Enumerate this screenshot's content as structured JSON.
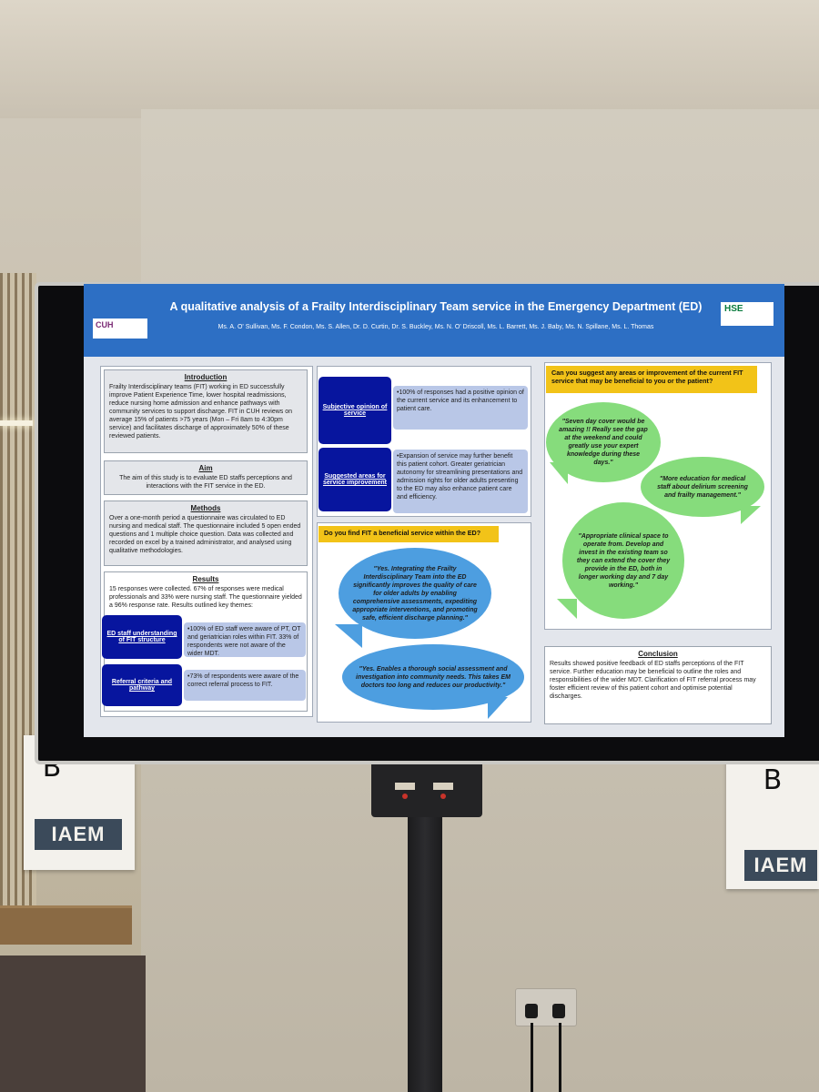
{
  "poster": {
    "title": "A qualitative analysis of a Frailty Interdisciplinary Team service in the Emergency Department (ED)",
    "authors": "Ms. A. O' Sullivan, Ms. F. Condon, Ms. S. Allen, Dr. D. Curtin, Dr. S. Buckley, Ms. N. O' Driscoll, Ms. L. Barrett, Ms. J. Baby, Ms. N. Spillane, Ms. L. Thomas",
    "logo_left": "CUH",
    "logo_right": "HSE"
  },
  "introduction": {
    "title": "Introduction",
    "text": "Frailty Interdisciplinary teams (FIT) working in ED successfully improve Patient Experience Time, lower hospital readmissions, reduce nursing home admission and enhance pathways with community services to support discharge. FIT in CUH reviews on average 15% of patients >75 years (Mon – Fri 8am to 4:30pm service) and facilitates discharge of approximately 50% of these reviewed patients."
  },
  "aim": {
    "title": "Aim",
    "text": "The aim of this study is to evaluate ED staffs perceptions and interactions with the FIT service in the ED."
  },
  "methods": {
    "title": "Methods",
    "text": "Over a one-month period a questionnaire was circulated to ED nursing and medical staff. The questionnaire included 5 open ended questions and 1 multiple choice question. Data was collected and recorded on excel by a trained administrator, and analysed using qualitative methodologies."
  },
  "results": {
    "title": "Results",
    "text": "15 responses were collected. 67% of responses were medical professionals and 33% were nursing staff. The questionnaire yielded a 96% response rate. Results outlined key themes:",
    "themes": [
      {
        "label": "ED staff understanding of FIT structure",
        "text": "•100% of ED staff were aware of PT, OT and geriatrician roles within FIT. 33% of respondents were not aware of the wider MDT."
      },
      {
        "label": "Referral criteria and pathway",
        "text": "•73% of respondents were aware of the correct referral process to FIT."
      }
    ]
  },
  "middle_themes": [
    {
      "label": "Subjective opinion of service",
      "text": "•100% of responses had a positive opinion of the current service and its enhancement to patient care."
    },
    {
      "label": "Suggested areas for service improvement",
      "text": "•Expansion of service may further benefit this patient cohort. Greater geriatrician autonomy for streamlining presentations and admission rights for older adults presenting to the ED may also enhance patient care and efficiency."
    }
  ],
  "beneficial": {
    "question": "Do you find FIT a beneficial service within the ED?",
    "quotes": [
      "\"Yes. Integrating the Frailty Interdisciplinary Team into the ED significantly improves the quality of care for older adults by enabling comprehensive assessments, expediting appropriate interventions, and promoting safe, efficient discharge planning.\"",
      "\"Yes. Enables a thorough social assessment and investigation into community needs. This takes EM doctors too long and reduces our productivity.\""
    ]
  },
  "improvement": {
    "question": "Can you suggest any areas or improvement of the current FIT service that may be beneficial to you or the patient?",
    "quotes": [
      "\"Seven day cover would be amazing !! Really see the gap at the weekend and could greatly use your expert knowledge during these days.\"",
      "\"More education for medical staff about delirium screening and frailty management.\"",
      "\"Appropriate clinical space to operate from. Develop and invest in the existing team so they can extend the cover they provide in the ED, both in longer working day and 7 day working.\""
    ]
  },
  "conclusion": {
    "title": "Conclusion",
    "text": "Results showed positive feedback of ED staffs perceptions of the FIT service. Further education may be beneficial to outline the roles and responsibilities of the wider MDT. Clarification of FIT referral process may foster efficient review of this patient cohort and optimise potential discharges."
  },
  "signs": {
    "left_letter": "B",
    "right_letter": "B",
    "logo_text": "IAEM"
  },
  "colors": {
    "header_blue": "#2d6fc4",
    "theme_navy": "#07159e",
    "question_yellow": "#f2c318",
    "bubble_blue": "#4d9ee0",
    "bubble_green": "#86dc7c"
  }
}
